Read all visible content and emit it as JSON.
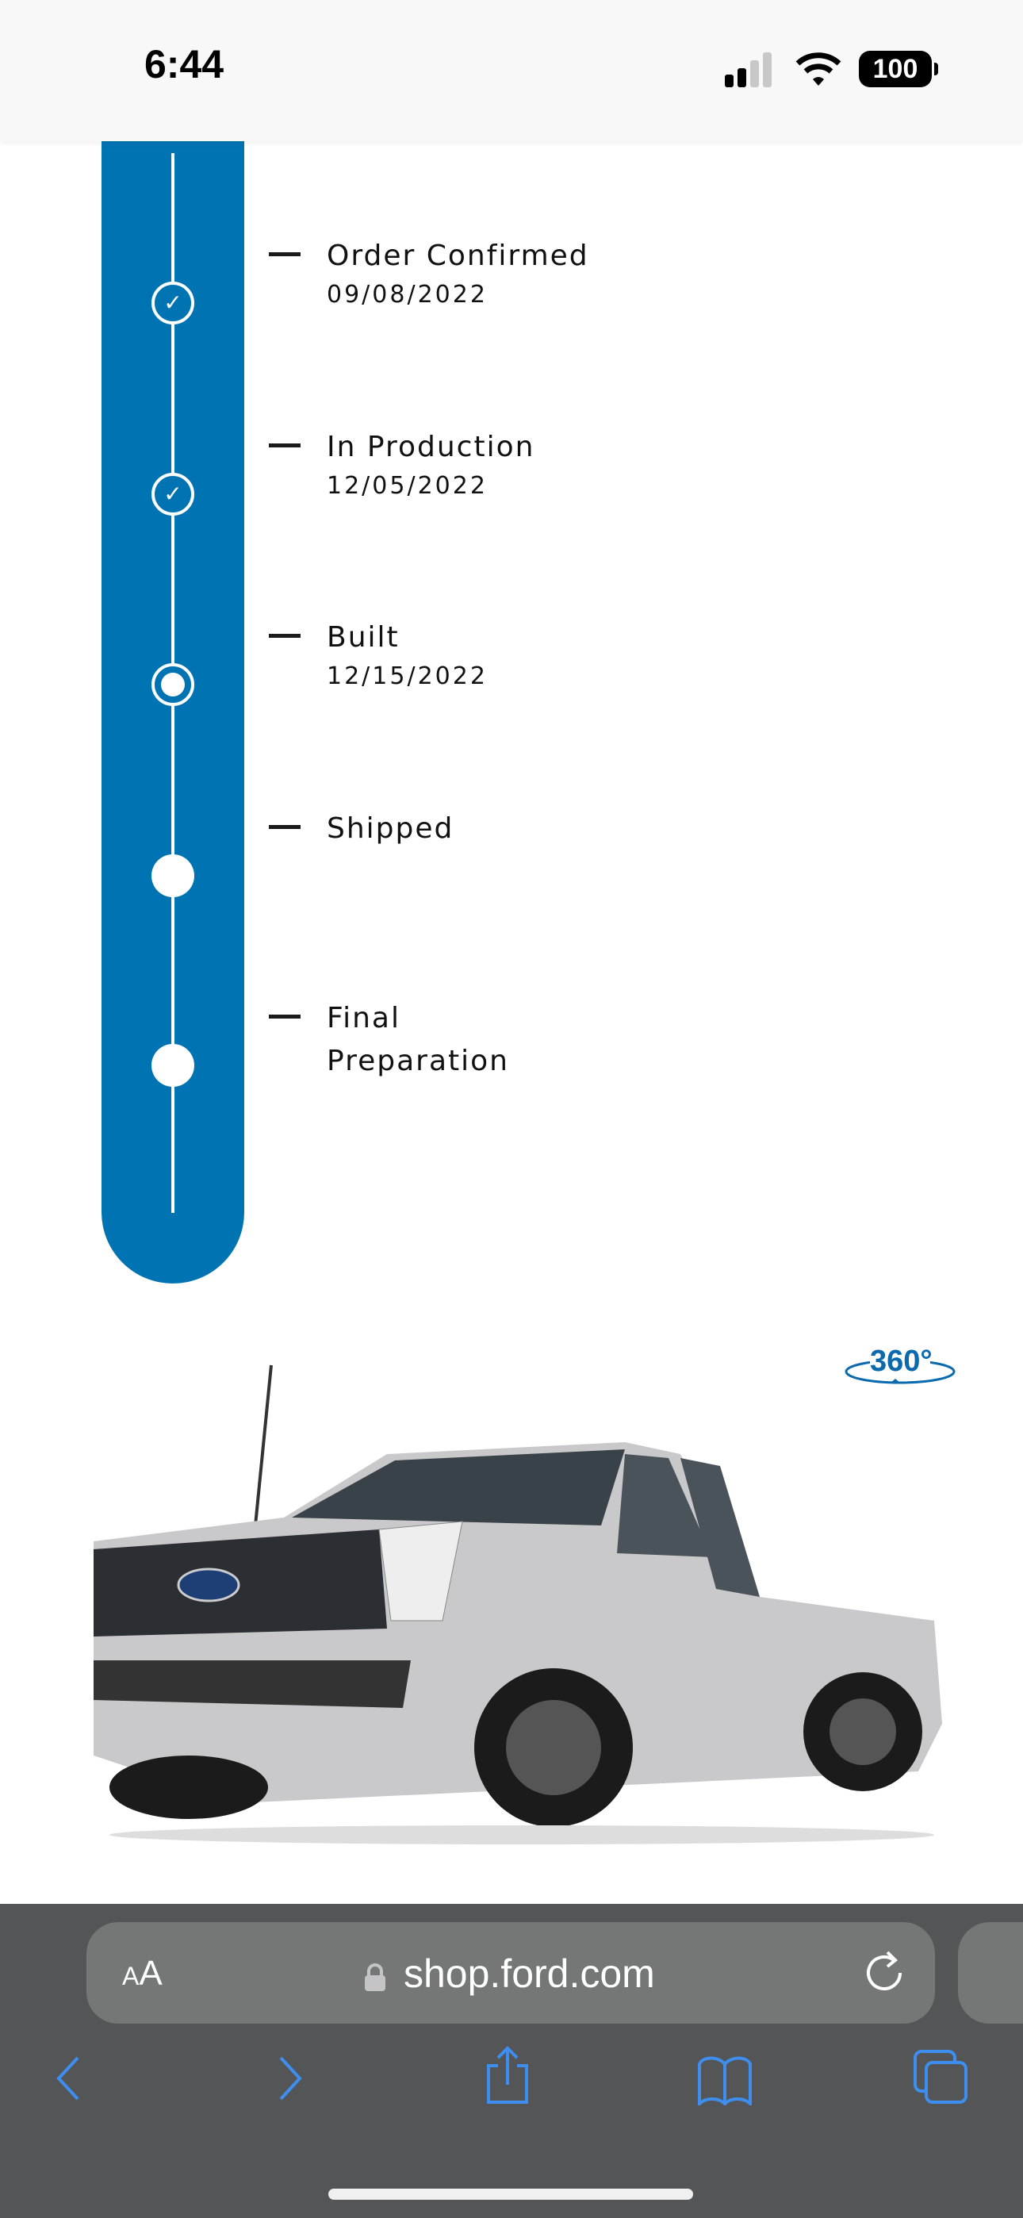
{
  "status_bar": {
    "time": "6:44",
    "battery": "100"
  },
  "timeline": {
    "steps": [
      {
        "title": "Order Confirmed",
        "date": "09/08/2022",
        "state": "complete"
      },
      {
        "title": "In Production",
        "date": "12/05/2022",
        "state": "complete"
      },
      {
        "title": "Built",
        "date": "12/15/2022",
        "state": "current"
      },
      {
        "title": "Shipped",
        "state": "pending"
      },
      {
        "title": "Final Preparation",
        "state": "pending"
      }
    ]
  },
  "vehicle": {
    "view_360_label": "360°"
  },
  "browser": {
    "text_size_label_small": "A",
    "text_size_label_large": "A",
    "url": "shop.ford.com"
  },
  "colors": {
    "brand_blue": "#0073b3",
    "toolbar_icon": "#3e8ef0"
  }
}
